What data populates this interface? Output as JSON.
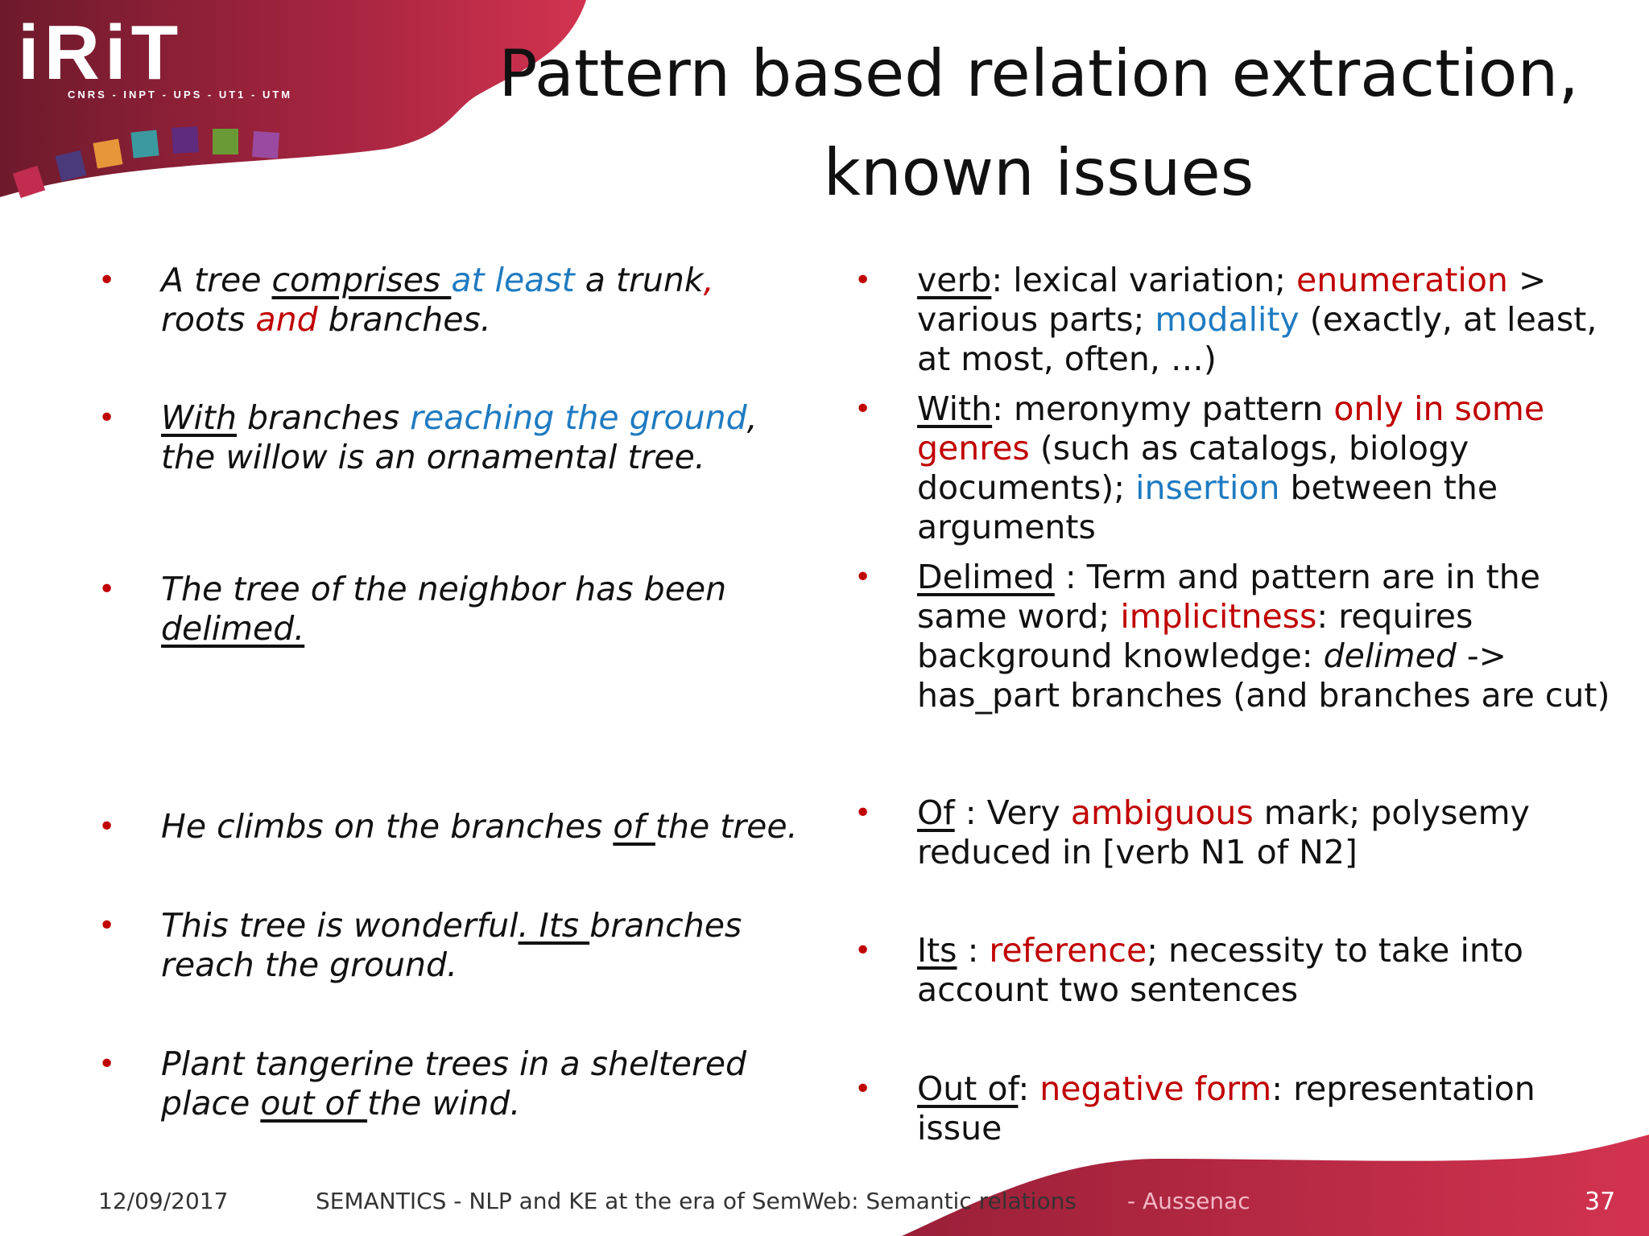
{
  "logo": {
    "word": "iRiT",
    "subtitle": "CNRS - INPT - UPS - UT1 - UTM"
  },
  "title": {
    "line1": "Pattern based relation extraction,",
    "line2": "known issues"
  },
  "left_items": [
    {
      "w": [
        "A tree ",
        "comprises ",
        "at least",
        " a trunk",
        ",",
        " roots ",
        "and",
        " branches."
      ]
    },
    {
      "w": [
        "With",
        " branches ",
        "reaching the ground",
        ",",
        " the willow is an ornamental tree."
      ]
    },
    {
      "w": [
        "The tree of the neighbor has been ",
        "delimed."
      ]
    },
    {
      "w": [
        "He climbs on the branches ",
        "of ",
        "the tree."
      ]
    },
    {
      "w": [
        "This tree is wonderful",
        ". Its ",
        "branches reach the ground."
      ]
    },
    {
      "w": [
        "Plant tangerine trees in a sheltered place ",
        "out of ",
        "the wind."
      ]
    }
  ],
  "right_items": [
    {
      "w": [
        "verb",
        ": lexical variation; ",
        "enumeration",
        " > various parts; ",
        "modality",
        " (exactly, at least, at most, often, …)"
      ]
    },
    {
      "w": [
        "With",
        ": meronymy pattern ",
        "only in some genres",
        " (such as catalogs, biology documents); ",
        "insertion",
        " between the arguments"
      ]
    },
    {
      "w": [
        "Delimed",
        " : Term and pattern are in the same word; ",
        "implicitness",
        ": requires background knowledge: ",
        "delimed",
        " -> has_part branches (and branches are cut)"
      ]
    },
    {
      "w": [
        "Of",
        " : Very ",
        "ambiguous",
        " mark; polysemy reduced in [verb N1 of N2]"
      ]
    },
    {
      "w": [
        "Its",
        " : ",
        "reference",
        "; necessity to take into account two sentences"
      ]
    },
    {
      "w": [
        "Out of",
        ": ",
        "negative form",
        ": representation issue"
      ]
    }
  ],
  "bullet_glyph": "•",
  "footer": {
    "date": "12/09/2017",
    "text": "SEMANTICS - NLP and KE at the era of SemWeb: Semantic relations",
    "author": "- Aussenac",
    "page": "37"
  },
  "colors": {
    "accent_red": "#c00000",
    "accent_blue": "#1f7bc1",
    "banner_dark": "#6e1a2c",
    "banner_mid": "#a3243f",
    "banner_light": "#d2334f",
    "logo_squares": [
      "#c22d4f",
      "#4a3a7c",
      "#e8963a",
      "#3a9aa0",
      "#5e2b7e",
      "#6a9a36",
      "#9a4aa0"
    ]
  }
}
